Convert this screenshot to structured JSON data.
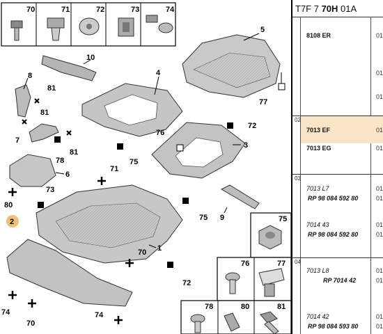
{
  "header": {
    "title_a": "T7F 7 ",
    "title_b": "70H",
    "title_c": " 01A"
  },
  "callouts": {
    "c70": "70",
    "c71": "71",
    "c72": "72",
    "c73": "73",
    "c74": "74",
    "c1": "1",
    "c2": "2",
    "c3": "3",
    "c4": "4",
    "c5": "5",
    "c6": "6",
    "c7": "7",
    "c8": "8",
    "c9": "9",
    "c10": "10",
    "c75": "75",
    "c76": "76",
    "c77": "77",
    "c78": "78",
    "c80": "80",
    "c81": "81"
  },
  "panel": {
    "groups": [
      "02",
      "03",
      "04"
    ],
    "rows": [
      {
        "ref": "8108 ER",
        "qty": "01"
      },
      {
        "ref": "",
        "qty": "01"
      },
      {
        "ref": "",
        "qty": "01"
      },
      {
        "ref": "7013 EF",
        "qty": "01"
      },
      {
        "ref": "7013 EG",
        "qty": "01"
      },
      {
        "ref": "7013 L7",
        "qty": "01"
      },
      {
        "ref": "RP 98 084 592 80",
        "qty": "01"
      },
      {
        "ref": "7014 43",
        "qty": "01"
      },
      {
        "ref": "RP 98 084 592 80",
        "qty": "01"
      },
      {
        "ref": "7013 L8",
        "qty": "01"
      },
      {
        "ref": "RP 7014 42",
        "qty": "01"
      },
      {
        "ref": "7014 42",
        "qty": "01"
      },
      {
        "ref": "RP 98 084 593 80",
        "qty": "01"
      }
    ]
  },
  "colors": {
    "highlight": "#fbe5c8",
    "part_fill": "#c8c8c8",
    "part_dark": "#8a8a8a",
    "callout_circle": "#f0c078"
  }
}
